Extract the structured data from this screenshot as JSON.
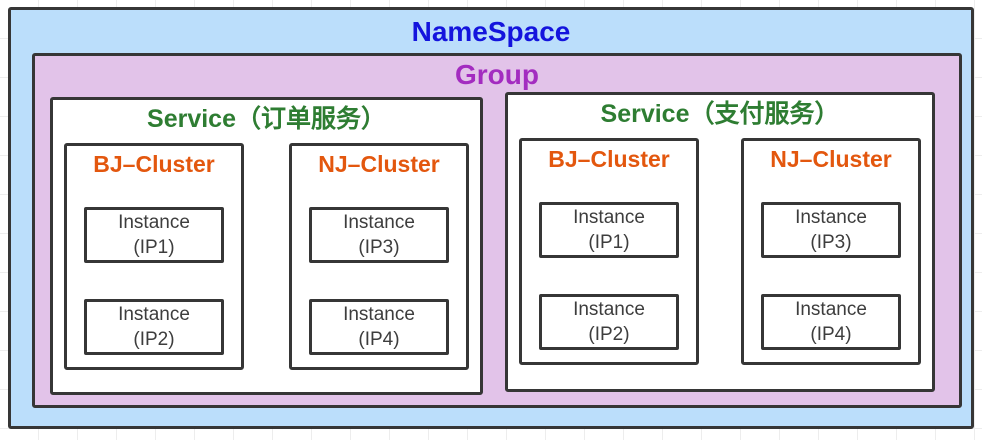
{
  "namespace": {
    "label": "NameSpace"
  },
  "group": {
    "label": "Group"
  },
  "services": [
    {
      "title": "Service（订单服务）",
      "clusters": [
        {
          "title": "BJ–Cluster",
          "instances": [
            {
              "name": "Instance",
              "ip": "(IP1)"
            },
            {
              "name": "Instance",
              "ip": "(IP2)"
            }
          ]
        },
        {
          "title": "NJ–Cluster",
          "instances": [
            {
              "name": "Instance",
              "ip": "(IP3)"
            },
            {
              "name": "Instance",
              "ip": "(IP4)"
            }
          ]
        }
      ]
    },
    {
      "title": "Service（支付服务）",
      "clusters": [
        {
          "title": "BJ–Cluster",
          "instances": [
            {
              "name": "Instance",
              "ip": "(IP1)"
            },
            {
              "name": "Instance",
              "ip": "(IP2)"
            }
          ]
        },
        {
          "title": "NJ–Cluster",
          "instances": [
            {
              "name": "Instance",
              "ip": "(IP3)"
            },
            {
              "name": "Instance",
              "ip": "(IP4)"
            }
          ]
        }
      ]
    }
  ],
  "colors": {
    "namespace_bg": "#bbdefb",
    "group_bg": "#e2c3e9",
    "namespace_text": "#1414dd",
    "group_text": "#a32cc0",
    "service_text": "#2e7d32",
    "cluster_text": "#e3570e",
    "instance_text": "#3d3d3d",
    "border": "#363636"
  }
}
